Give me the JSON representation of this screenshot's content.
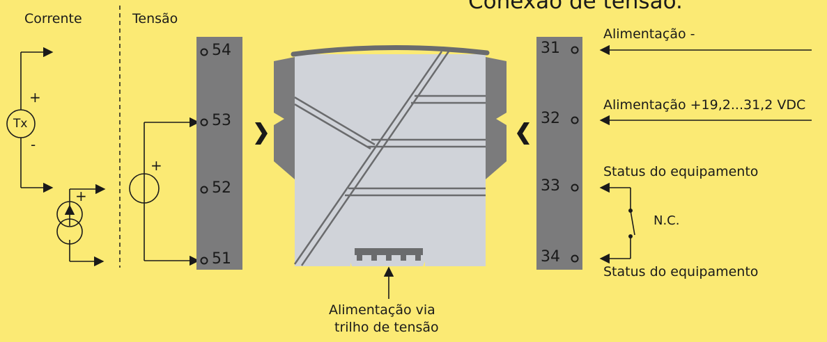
{
  "title": "Conexão de tensão.",
  "sections": {
    "current": "Corrente",
    "voltage": "Tensão"
  },
  "left_terminals": [
    "54",
    "53",
    "52",
    "51"
  ],
  "right_terminals": [
    "31",
    "32",
    "33",
    "34"
  ],
  "right_labels": {
    "supply_minus": "Alimentação -",
    "supply_plus": "Alimentação +19,2...31,2 VDC",
    "status_top": "Status do equipamento",
    "status_bottom": "Status do equipamento",
    "nc": "N.C."
  },
  "symbols": {
    "tx": "Tx",
    "plus": "+",
    "minus": "-"
  },
  "rail_note": {
    "line1": "Alimentação via",
    "line2": "trilho de tensão"
  },
  "colors": {
    "background": "#fbea74",
    "terminal_block": "#7b7b7c",
    "housing": "#d0d3d9",
    "line": "#1a1a1a"
  }
}
